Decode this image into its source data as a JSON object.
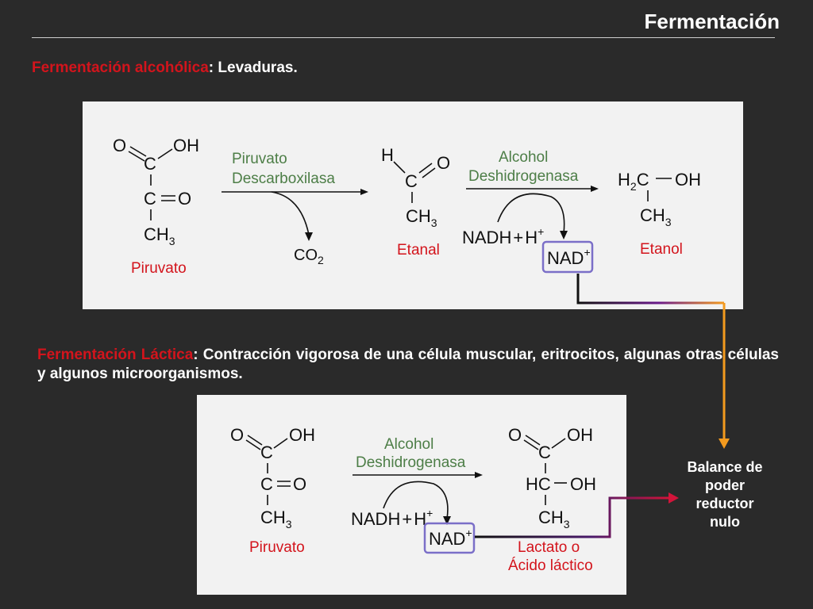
{
  "header": {
    "title": "Fermentación"
  },
  "section1": {
    "label_red": "Fermentación alcohólica",
    "label_rest": ": Levaduras."
  },
  "section2": {
    "label_red": "Fermentación Láctica",
    "label_rest": ": Contracción vigorosa de una célula muscular, eritrocitos, algunas otras células y algunos microorganismos."
  },
  "reaction1": {
    "pyruvate": {
      "oh": "OH",
      "o_top": "O",
      "c1": "C",
      "c2": "C",
      "o2": "O",
      "ch": "CH",
      "sub3": "3",
      "name": "Piruvato"
    },
    "enzyme1_line1": "Piruvato",
    "enzyme1_line2": "Descarboxilasa",
    "co2": "CO",
    "co2_sub": "2",
    "ethanal": {
      "h": "H",
      "o": "O",
      "c": "C",
      "ch": "CH",
      "sub3": "3",
      "name": "Etanal"
    },
    "enzyme2_line1": "Alcohol",
    "enzyme2_line2": "Deshidrogenasa",
    "nadh": "NADH",
    "plus": "+",
    "h": "H",
    "hplus": "+",
    "nad": "NAD",
    "nad_plus": "+",
    "ethanol": {
      "h": "H",
      "sub2": "2",
      "c": "C",
      "oh": "OH",
      "ch": "CH",
      "sub3": "3",
      "name": "Etanol"
    }
  },
  "reaction2": {
    "pyruvate": {
      "oh": "OH",
      "o_top": "O",
      "c1": "C",
      "c2": "C",
      "o2": "O",
      "ch": "CH",
      "sub3": "3",
      "name": "Piruvato"
    },
    "enzyme_line1": "Alcohol",
    "enzyme_line2": "Deshidrogenasa",
    "nadh": "NADH",
    "plus": "+",
    "h": "H",
    "hplus": "+",
    "nad": "NAD",
    "nad_plus": "+",
    "lactate": {
      "o": "O",
      "oh": "OH",
      "c": "C",
      "hc": "HC",
      "oh2": "OH",
      "ch": "CH",
      "sub3": "3",
      "name_line1": "Lactato o",
      "name_line2": "Ácido láctico"
    }
  },
  "balance": {
    "line1": "Balance de",
    "line2": "poder",
    "line3": "reductor",
    "line4": "nulo"
  },
  "colors": {
    "red_label": "#d3141c",
    "enzyme_green": "#4d7e47",
    "nad_box": "#7b6fc8",
    "arrow_orange": "#f39a1e",
    "arrow_red": "#d2143a"
  }
}
